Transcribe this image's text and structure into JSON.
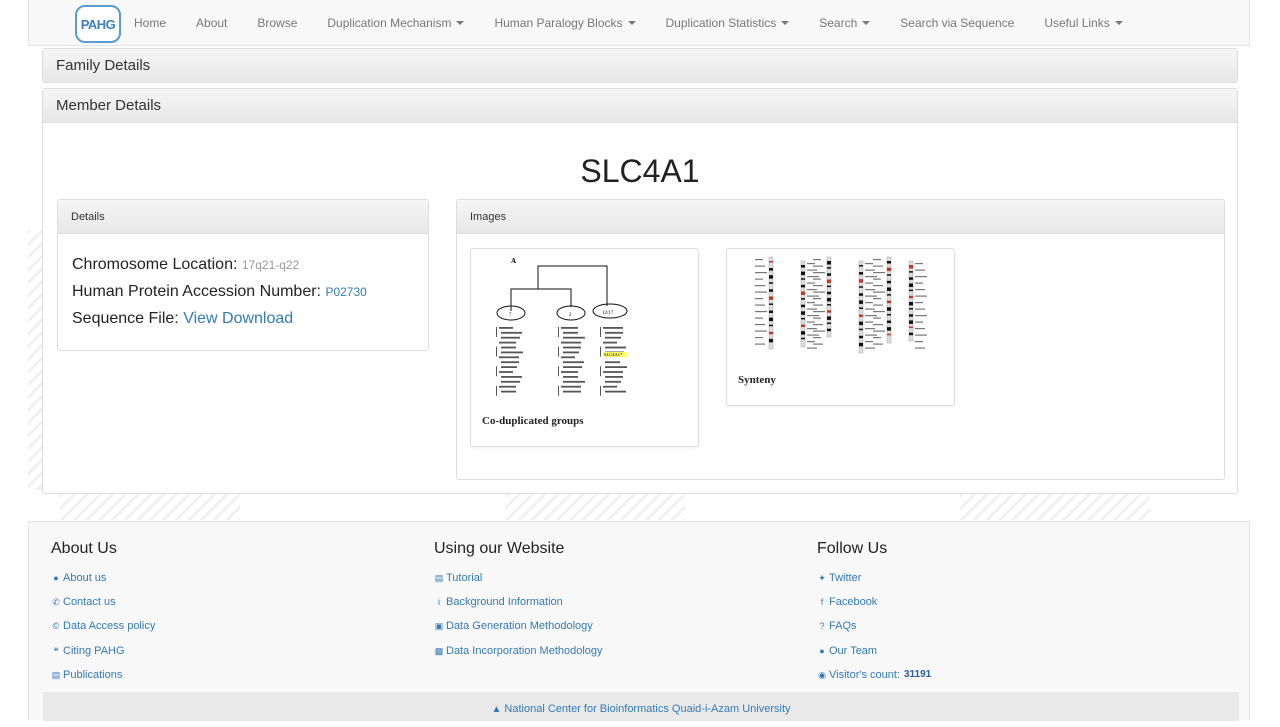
{
  "nav": {
    "brand": "PAHG",
    "items": [
      {
        "label": "Home",
        "dropdown": false
      },
      {
        "label": "About",
        "dropdown": false
      },
      {
        "label": "Browse",
        "dropdown": false
      },
      {
        "label": "Duplication Mechanism",
        "dropdown": true
      },
      {
        "label": "Human Paralogy Blocks",
        "dropdown": true
      },
      {
        "label": "Duplication Statistics",
        "dropdown": true
      },
      {
        "label": "Search",
        "dropdown": true
      },
      {
        "label": "Search via Sequence",
        "dropdown": false
      },
      {
        "label": "Useful Links",
        "dropdown": true
      }
    ]
  },
  "family_panel": {
    "title": "Family Details"
  },
  "member_panel": {
    "title": "Member Details",
    "gene": "SLC4A1",
    "details": {
      "heading": "Details",
      "chromosome_label": "Chromosome Location:",
      "chromosome_value": "17q21-q22",
      "accession_label": "Human Protein Accession Number:",
      "accession_value": "P02730",
      "sequence_label": "Sequence File:",
      "sequence_link": "View Download"
    },
    "images": {
      "heading": "Images",
      "items": [
        {
          "caption": "Co-duplicated groups",
          "panel_letter": "A",
          "nodes": [
            "7",
            "2",
            "12/17"
          ],
          "highlight_gene": "SLC4A1*"
        },
        {
          "caption": "Synteny"
        }
      ]
    }
  },
  "footer": {
    "about": {
      "title": "About Us",
      "links": [
        {
          "label": "About us",
          "icon": "user-icon"
        },
        {
          "label": "Contact us",
          "icon": "phone-icon"
        },
        {
          "label": "Data Access policy",
          "icon": "copyright-icon"
        },
        {
          "label": "Citing PAHG",
          "icon": "quote-icon"
        },
        {
          "label": "Publications",
          "icon": "newspaper-icon"
        }
      ]
    },
    "website": {
      "title": "Using our Website",
      "links": [
        {
          "label": "Tutorial",
          "icon": "book-icon"
        },
        {
          "label": "Background Information",
          "icon": "info-icon"
        },
        {
          "label": "Data Generation Methodology",
          "icon": "database-icon"
        },
        {
          "label": "Data Incorporation Methodology",
          "icon": "keyboard-icon"
        }
      ]
    },
    "follow": {
      "title": "Follow Us",
      "links": [
        {
          "label": "Twitter",
          "icon": "twitter-icon"
        },
        {
          "label": "Facebook",
          "icon": "facebook-icon"
        },
        {
          "label": "FAQs",
          "icon": "question-icon"
        },
        {
          "label": "Our Team",
          "icon": "users-icon"
        },
        {
          "label": "Visitor's count:",
          "icon": "globe-icon"
        }
      ],
      "visitor_count": "31191"
    },
    "institution": "National Center for Bioinformatics Quaid-i-Azam University"
  },
  "colors": {
    "link": "#337ab7",
    "brand_border": "#5b9bd5",
    "highlight": "#ffff66"
  }
}
